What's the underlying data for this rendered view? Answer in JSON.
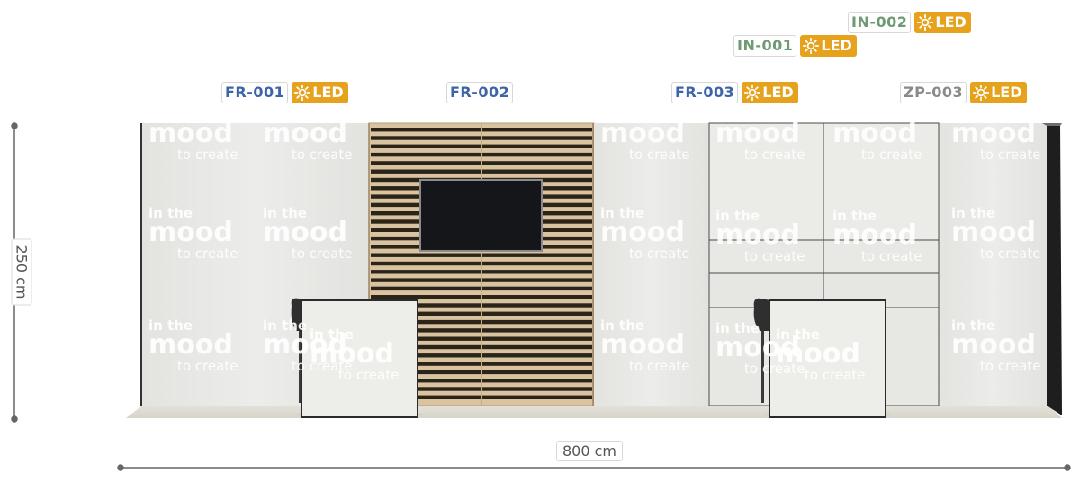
{
  "labels": {
    "fr001": "FR-001",
    "fr002": "FR-002",
    "fr003": "FR-003",
    "zp003": "ZP-003",
    "in001": "IN-001",
    "in002": "IN-002",
    "led": "LED"
  },
  "dimensions": {
    "height": "250 cm",
    "width": "800 cm"
  },
  "watermark": {
    "line1": "in the",
    "line2": "mood",
    "line3": "to create"
  },
  "colors": {
    "code_blue": "#3d64a6",
    "code_green": "#6e9a74",
    "code_gray": "#8a8a8a",
    "led_badge": "#e6a21c",
    "wood": "#d9c3a1",
    "wall": "#e9e9e6"
  },
  "icons": {
    "led": "sun-icon"
  }
}
